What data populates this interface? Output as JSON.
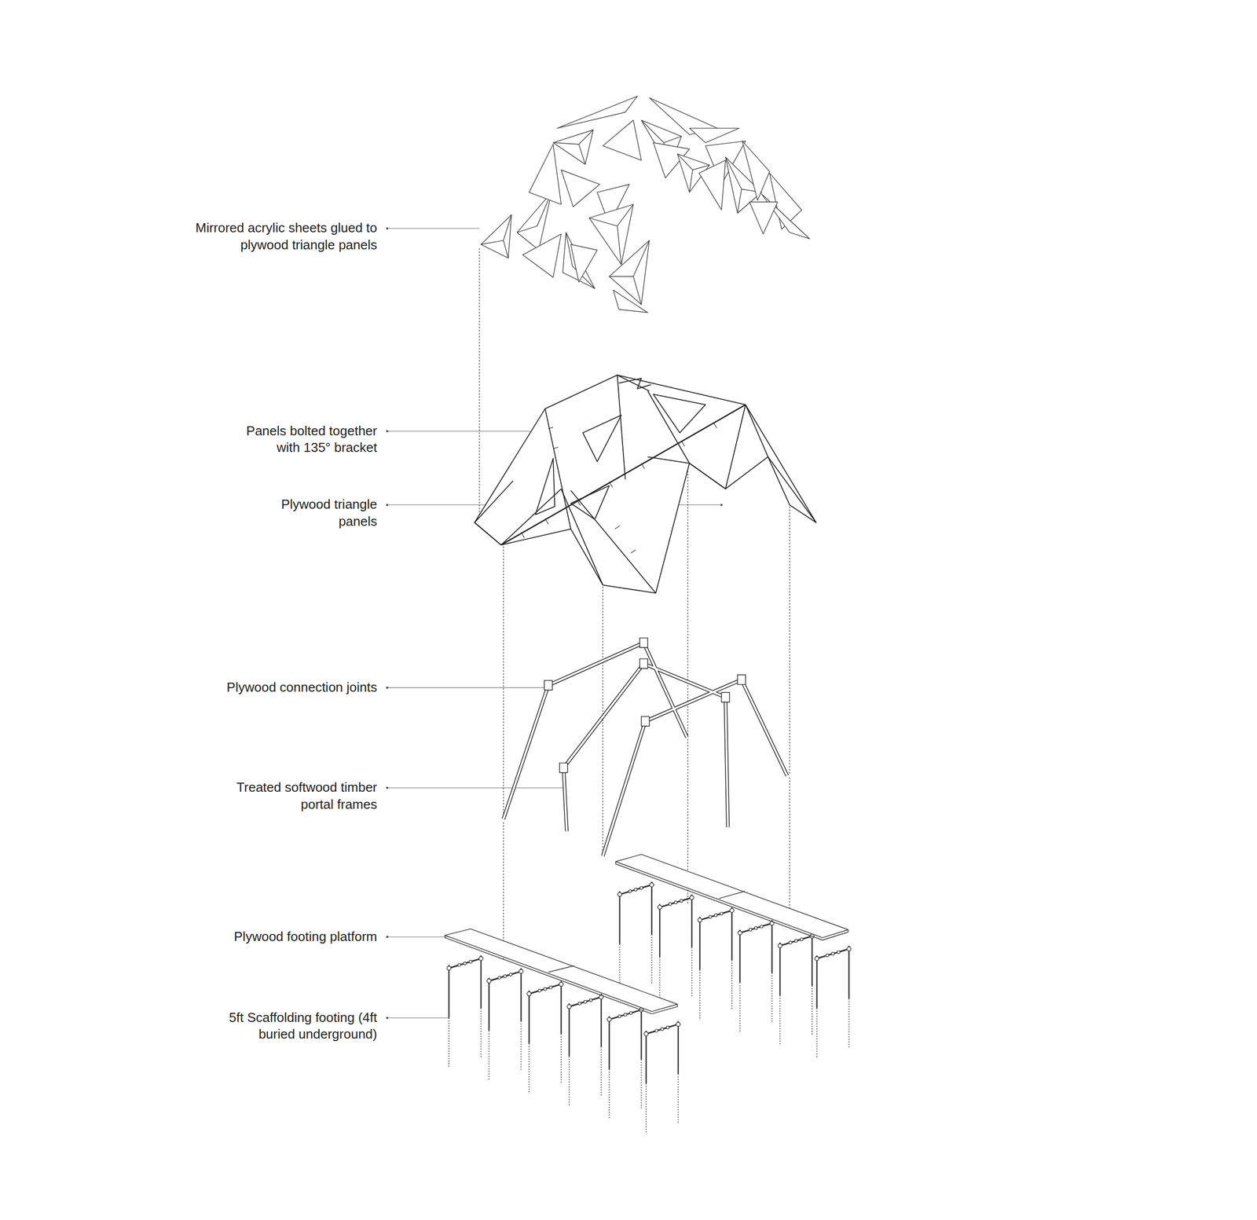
{
  "diagram": {
    "labels": [
      "Mirrored acrylic sheets glued to plywood triangle panels",
      "Panels bolted together with 135° bracket",
      "Plywood triangle panels",
      "Plywood connection joints",
      "Treated softwood timber portal frames",
      "Plywood footing platform",
      "5ft Scaffolding footing (4ft buried underground)"
    ]
  }
}
